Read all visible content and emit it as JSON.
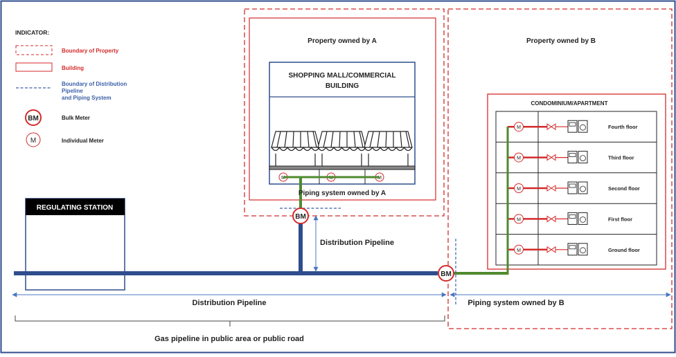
{
  "legend": {
    "title": "INDICATOR:",
    "items": [
      {
        "label": "Boundary of Property",
        "color": "#d42a2a"
      },
      {
        "label": "Building",
        "color": "#d42a2a"
      },
      {
        "label_lines": [
          "Boundary of Distribution",
          "Pipeline",
          "and Piping System"
        ],
        "color": "#3b5fa8"
      },
      {
        "label": "Bulk Meter",
        "symbol": "BM",
        "color": "#222222"
      },
      {
        "label": "Individual Meter",
        "symbol": "M",
        "color": "#222222"
      }
    ]
  },
  "property_a": {
    "title": "Property owned by A"
  },
  "property_b": {
    "title": "Property owned by B"
  },
  "mall": {
    "title_lines": [
      "SHOPPING MALL/COMMERCIAL",
      "BUILDING"
    ],
    "meter_symbol": "M"
  },
  "condo": {
    "title": "CONDOMINIUM/APARTMENT",
    "floors": [
      "Fourth floor",
      "Third floor",
      "Second floor",
      "First floor",
      "Ground floor"
    ],
    "meter_symbol": "M"
  },
  "regulating_station": {
    "title": "REGULATING STATION"
  },
  "labels": {
    "piping_a": "Piping system owned by A",
    "distribution_vertical": "Distribution Pipeline",
    "distribution_horizontal": "Distribution Pipeline",
    "piping_b": "Piping system owned by B",
    "public_area": "Gas pipeline in public area or public road",
    "bulk_meter_symbol": "BM"
  },
  "colors": {
    "boundary_red": "#d42a2a",
    "main_pipe": "#2f4d8c",
    "private_pipe": "#4f8a2e",
    "apartment_pipe": "#d42a2a",
    "dim_arrow": "#4a78c2",
    "text": "#222222"
  }
}
